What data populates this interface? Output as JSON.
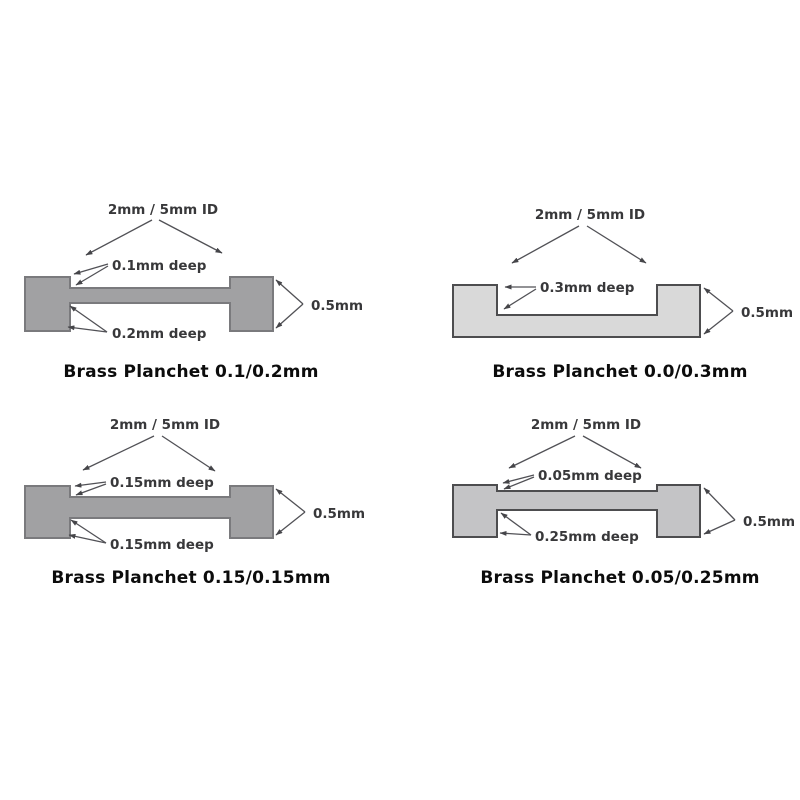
{
  "colors": {
    "background": "#ffffff",
    "annotation_line": "#515156",
    "annotation_text": "#38383a",
    "caption_text": "#0c0c0c"
  },
  "panels": [
    {
      "caption": "Brass Planchet 0.1/0.2mm",
      "id_label": "2mm / 5mm ID",
      "top_depth_label": "0.1mm deep",
      "bottom_depth_label": "0.2mm deep",
      "thickness_label": "0.5mm",
      "fill": "#a1a1a3",
      "outline": "#7a7a7d"
    },
    {
      "caption": "Brass Planchet 0.0/0.3mm",
      "id_label": "2mm / 5mm ID",
      "top_depth_label": "0.3mm deep",
      "thickness_label": "0.5mm",
      "fill": "#d9d9d9",
      "outline": "#4d4d4f"
    },
    {
      "caption": "Brass Planchet 0.15/0.15mm",
      "id_label": "2mm / 5mm ID",
      "top_depth_label": "0.15mm deep",
      "bottom_depth_label": "0.15mm deep",
      "thickness_label": "0.5mm",
      "fill": "#a1a1a3",
      "outline": "#7a7a7d"
    },
    {
      "caption": "Brass Planchet 0.05/0.25mm",
      "id_label": "2mm / 5mm ID",
      "top_depth_label": "0.05mm deep",
      "bottom_depth_label": "0.25mm deep",
      "thickness_label": "0.5mm",
      "fill": "#c4c4c6",
      "outline": "#4d4d4f"
    }
  ]
}
